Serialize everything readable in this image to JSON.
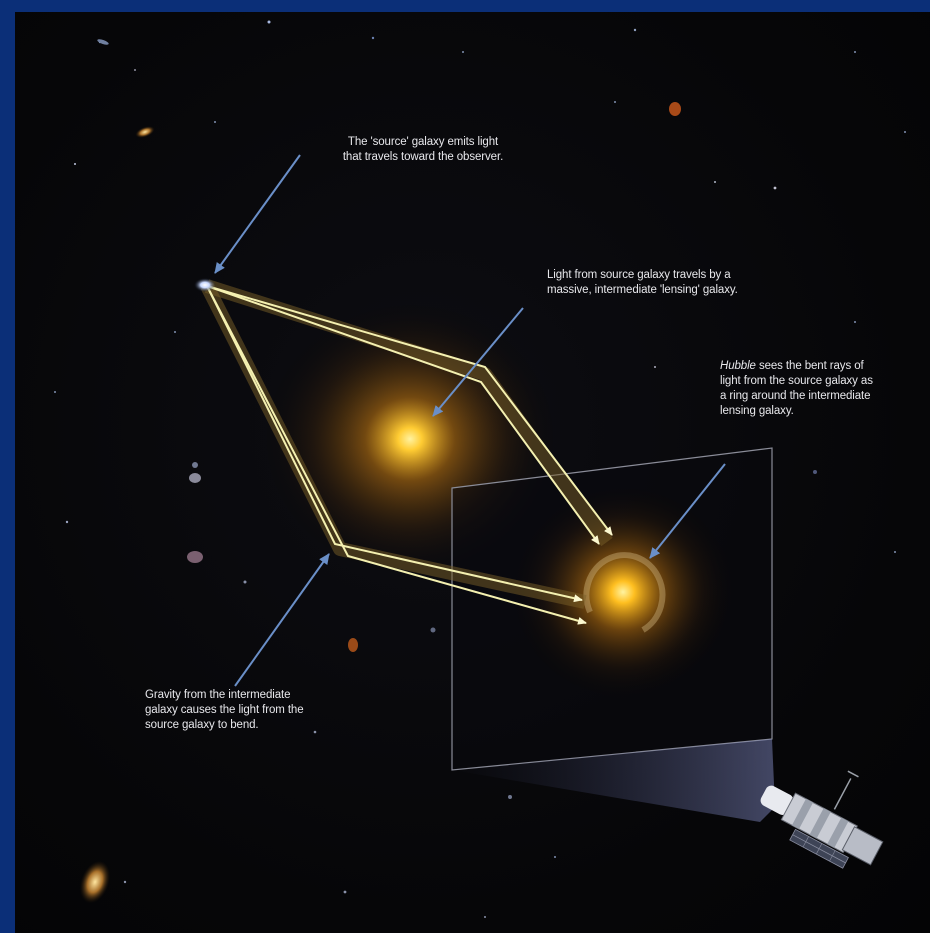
{
  "annotations": {
    "source": {
      "line1": "The 'source'  galaxy emits light",
      "line2": "that travels toward the observer."
    },
    "light": {
      "line1": "Light from source galaxy travels by a",
      "line2": "massive, intermediate 'lensing' galaxy."
    },
    "hubble": {
      "italic": "Hubble",
      "line1_rest": " sees the bent rays of",
      "line2": "light from the source galaxy as",
      "line3": "a ring around the intermediate",
      "line4": "lensing galaxy."
    },
    "gravity": {
      "line1": "Gravity from  the intermediate",
      "line2": "galaxy causes the light from the",
      "line3": "source galaxy to bend."
    }
  },
  "colors": {
    "frame": "#0b2f78",
    "background": "#060608",
    "ray": "#f4f0b0",
    "pointer": "#6a8fc8",
    "lens_core": "#ffcc33",
    "lens_glow": "#d98a10"
  },
  "icons": {
    "telescope": "hubble-space-telescope-icon"
  }
}
